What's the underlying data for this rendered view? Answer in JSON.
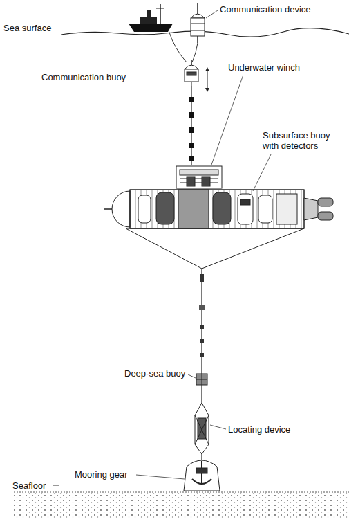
{
  "diagram": {
    "labels": [
      "Sea surface",
      "Communication device",
      "Communication buoy",
      "Underwater winch",
      "Subsurface buoy with detectors",
      "Deep-sea buoy",
      "Locating device",
      "Mooring gear",
      "Seafloor"
    ]
  }
}
